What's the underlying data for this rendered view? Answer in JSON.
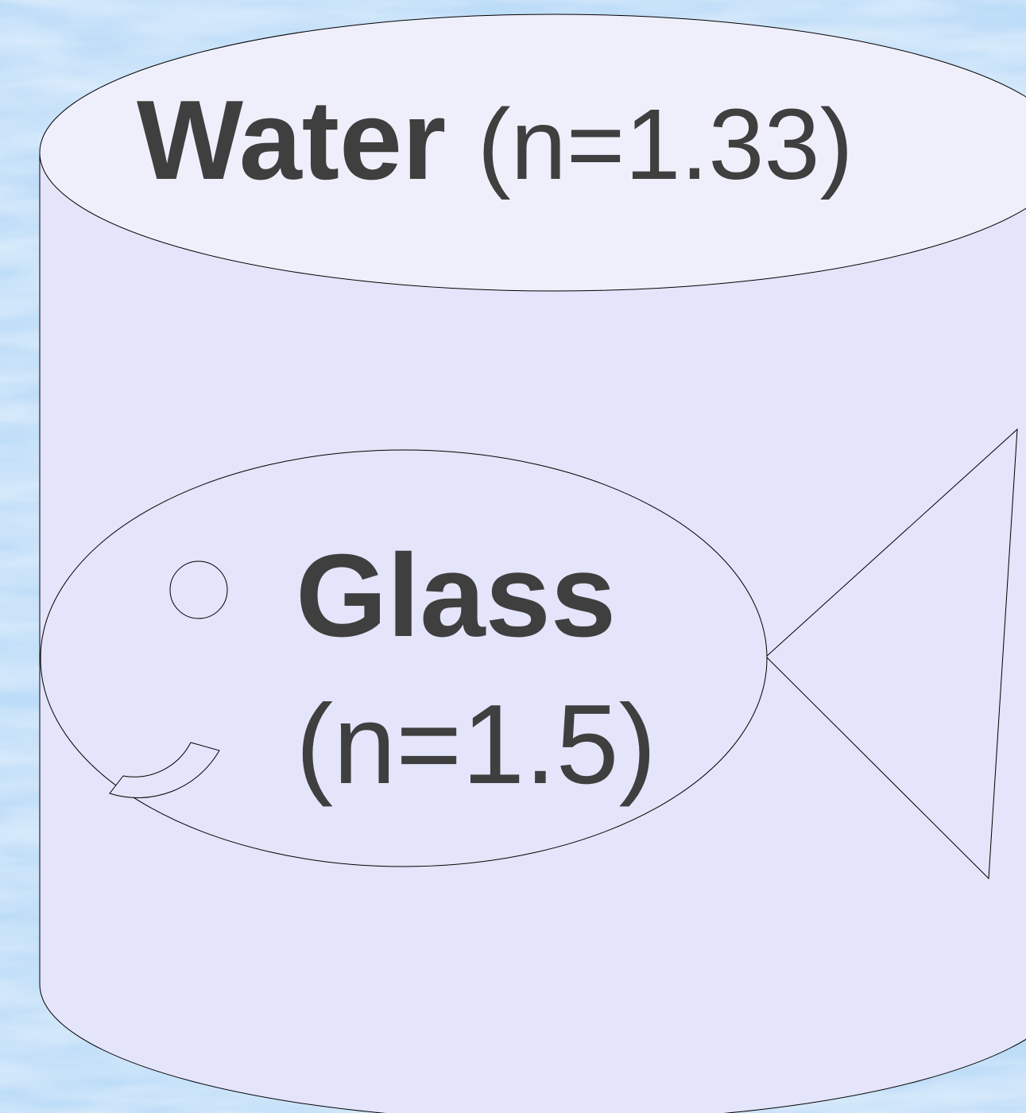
{
  "colors": {
    "background": "#bcdcf8",
    "water_body": "#e4e4fa",
    "water_top": "#efeffc",
    "outline": "#000000",
    "text": "#3f3f3f"
  },
  "water": {
    "name": "Water",
    "index": "(n=1.33)"
  },
  "glass": {
    "name": "Glass",
    "index": "(n=1.5)"
  }
}
